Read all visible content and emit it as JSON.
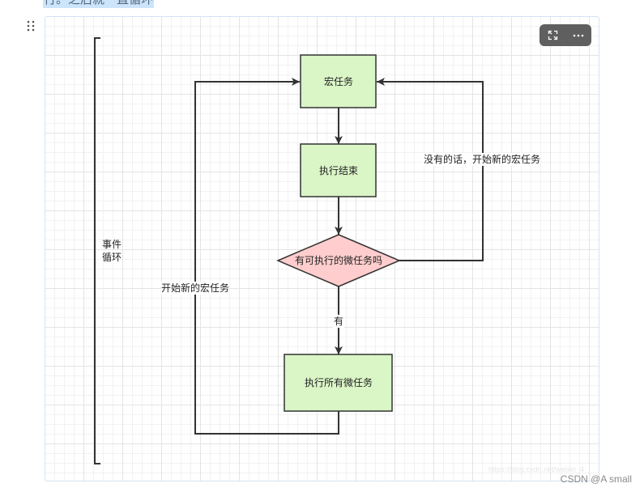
{
  "page": {
    "intro_text": "行。之后就一直循环",
    "drag_handle_icon": "drag-handle-icon"
  },
  "embed_toolbar": {
    "expand_icon": "expand-icon",
    "more_icon": "more-icon"
  },
  "diagram": {
    "scope_label_line1": "事件",
    "scope_label_line2": "循环",
    "nodes": {
      "macrotask": "宏任务",
      "execution_done": "执行结束",
      "check_microtasks": "有可执行的微任务吗",
      "run_all_microtasks": "执行所有微任务"
    },
    "edge_labels": {
      "yes": "有",
      "start_new_macrotask": "开始新的宏任务",
      "none_start_new_macrotask": "没有的话，开始新的宏任务"
    },
    "colors": {
      "task_fill": "#daf5c6",
      "decision_fill": "#ffcdcd",
      "stroke": "#333333"
    }
  },
  "footer": {
    "watermark": "https://blog.csdn.net/weixin_4",
    "credit": "CSDN @A small"
  }
}
